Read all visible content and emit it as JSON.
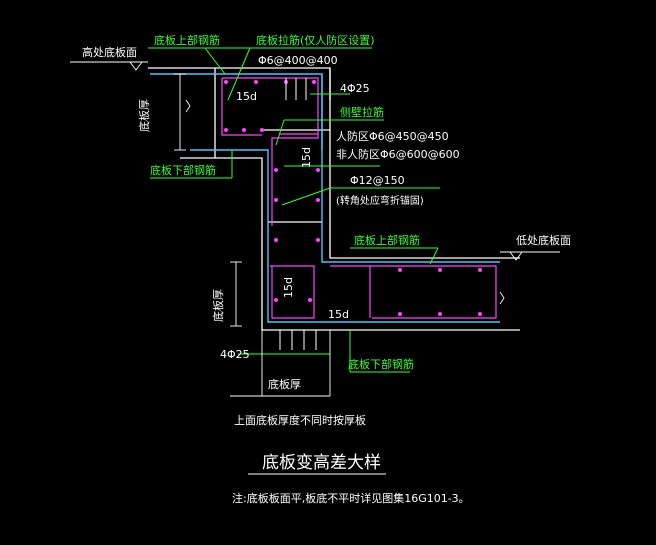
{
  "labels": {
    "high_side_top": "高处底板面",
    "top_rebar_1": "底板上部钢筋",
    "tie_rebar": "底板拉筋(仅人防区设置)",
    "tie_spacing": "Φ6@400@400",
    "bar_4phi25_top": "4Φ25",
    "side_tie": "侧壁拉筋",
    "civil_defense": "人防区Φ6@450@450",
    "non_civil_defense": "非人防区Φ6@600@600",
    "phi12": "Φ12@150",
    "corner_note": "(转角处应弯折锚固)",
    "low_side_top": "低处底板面",
    "top_rebar_2": "底板上部钢筋",
    "bottom_rebar_1": "底板下部钢筋",
    "bottom_rebar_2": "底板下部钢筋",
    "slab_thick_left": "底板厚",
    "slab_thick_right": "底板厚",
    "slab_thick_bottom": "底板厚",
    "bar_4phi25_bottom": "4Φ25",
    "lap_15d_1": "15d",
    "lap_15d_2": "15d",
    "lap_15d_3": "15d",
    "lap_15d_4": "15d",
    "thickness_note": "上面底板厚度不同时按厚板",
    "title": "底板变高差大样",
    "footnote": "注:底板板面平,板底不平时详见图集16G101-3。"
  },
  "colors": {
    "background": "#000000",
    "concrete": "#ffffff",
    "rebar_blue": "#4fc3f7",
    "rebar_magenta": "#ff44ff",
    "leader_green": "#33ff33",
    "dim_white": "#ffffff"
  }
}
